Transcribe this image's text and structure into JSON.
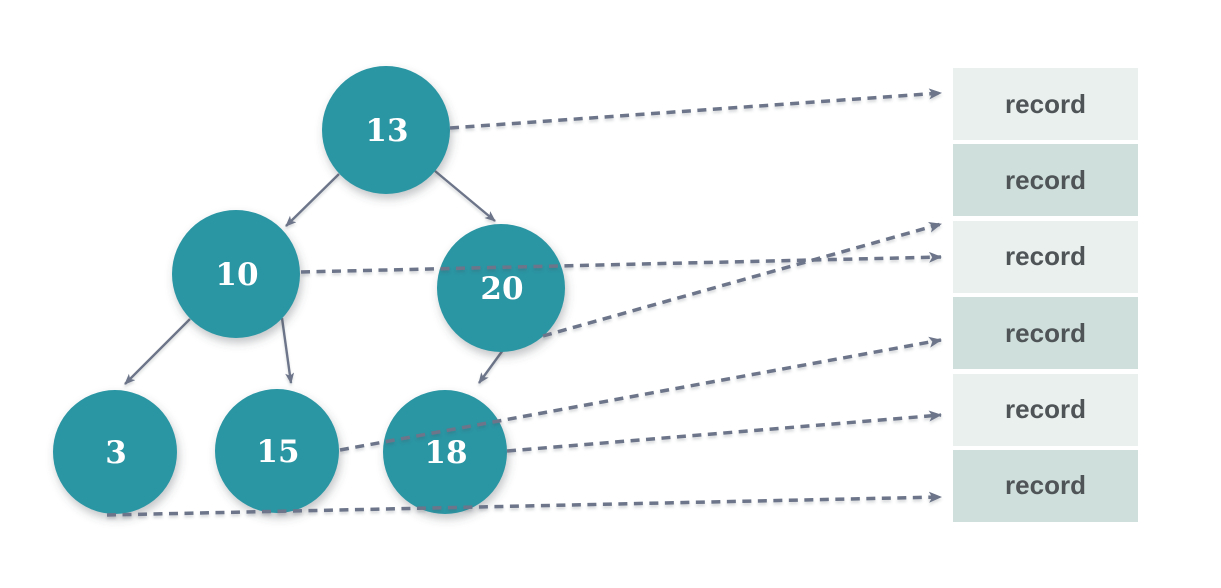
{
  "diagram": {
    "type": "binary-search-tree-with-record-pointers",
    "nodes": [
      {
        "id": "n13",
        "label": "13"
      },
      {
        "id": "n10",
        "label": "10"
      },
      {
        "id": "n20",
        "label": "20"
      },
      {
        "id": "n3",
        "label": "3"
      },
      {
        "id": "n15",
        "label": "15"
      },
      {
        "id": "n18",
        "label": "18"
      }
    ],
    "edges": [
      {
        "from": "13",
        "to": "10"
      },
      {
        "from": "13",
        "to": "20"
      },
      {
        "from": "10",
        "to": "3"
      },
      {
        "from": "10",
        "to": "15"
      },
      {
        "from": "20",
        "to": "18"
      }
    ],
    "pointers": [
      {
        "from": "13",
        "to_record_index": 1
      },
      {
        "from": "20",
        "to_record_index": 2
      },
      {
        "from": "10",
        "to_record_index": 3
      },
      {
        "from": "15",
        "to_record_index": 4
      },
      {
        "from": "18",
        "to_record_index": 5
      },
      {
        "from": "3",
        "to_record_index": 6
      }
    ]
  },
  "records": {
    "items": [
      {
        "label": "record"
      },
      {
        "label": "record"
      },
      {
        "label": "record"
      },
      {
        "label": "record"
      },
      {
        "label": "record"
      },
      {
        "label": "record"
      }
    ]
  },
  "colors": {
    "node_fill": "#2B95A3",
    "node_text": "#FFFFFF",
    "connector": "#6C7589",
    "record_fill_light": "#E9F0EE",
    "record_fill_dark": "#CFE0DC",
    "record_text": "#4F5456",
    "background": "#FFFFFF"
  }
}
